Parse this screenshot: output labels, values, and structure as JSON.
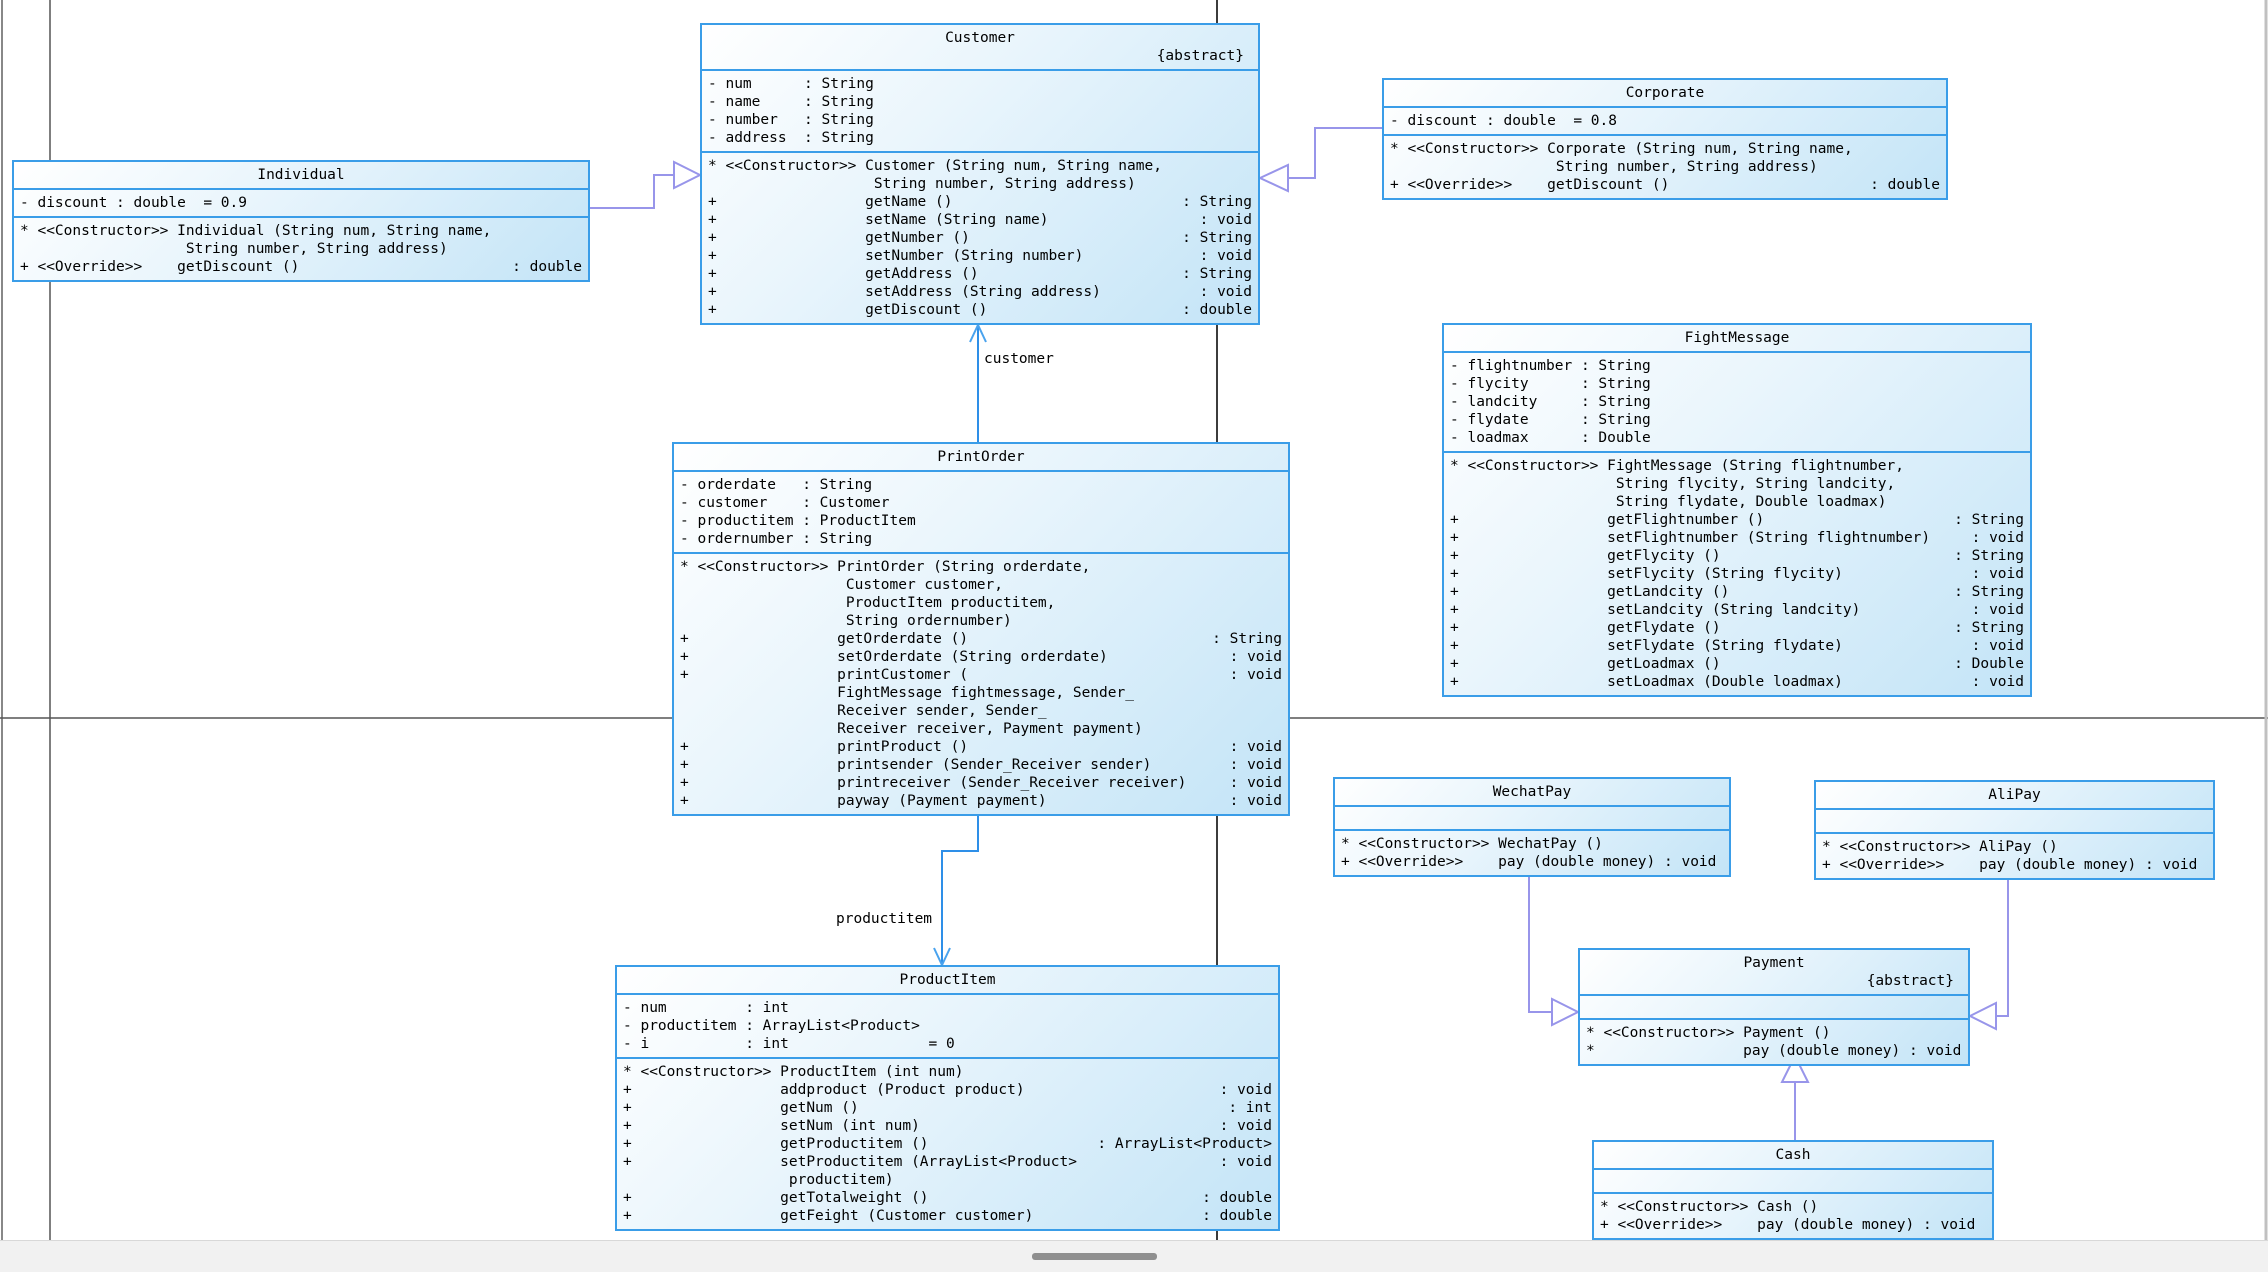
{
  "diagram": {
    "classes": [
      {
        "id": "individual",
        "title": "Individual",
        "abstract": false,
        "attributes": [
          "- discount : double  = 0.9"
        ],
        "methods": [
          {
            "l": "* <<Constructor>> Individual (String num, String name,",
            "r": ""
          },
          {
            "l": "                   String number, String address)",
            "r": ""
          },
          {
            "l": "+ <<Override>>    getDiscount ()",
            "r": ": double"
          }
        ]
      },
      {
        "id": "customer",
        "title": "Customer",
        "abstract": true,
        "abstract_label": "{abstract}",
        "attributes": [
          "- num      : String",
          "- name     : String",
          "- number   : String",
          "- address  : String"
        ],
        "methods": [
          {
            "l": "* <<Constructor>> Customer (String num, String name,",
            "r": ""
          },
          {
            "l": "                   String number, String address)",
            "r": ""
          },
          {
            "l": "+                 getName ()",
            "r": ": String"
          },
          {
            "l": "+                 setName (String name)",
            "r": ": void"
          },
          {
            "l": "+                 getNumber ()",
            "r": ": String"
          },
          {
            "l": "+                 setNumber (String number)",
            "r": ": void"
          },
          {
            "l": "+                 getAddress ()",
            "r": ": String"
          },
          {
            "l": "+                 setAddress (String address)",
            "r": ": void"
          },
          {
            "l": "+                 getDiscount ()",
            "r": ": double"
          }
        ]
      },
      {
        "id": "corporate",
        "title": "Corporate",
        "abstract": false,
        "attributes": [
          "- discount : double  = 0.8"
        ],
        "methods": [
          {
            "l": "* <<Constructor>> Corporate (String num, String name,",
            "r": ""
          },
          {
            "l": "                   String number, String address)",
            "r": ""
          },
          {
            "l": "+ <<Override>>    getDiscount ()",
            "r": ": double"
          }
        ]
      },
      {
        "id": "fightmessage",
        "title": "FightMessage",
        "abstract": false,
        "attributes": [
          "- flightnumber : String",
          "- flycity      : String",
          "- landcity     : String",
          "- flydate      : String",
          "- loadmax      : Double"
        ],
        "methods": [
          {
            "l": "* <<Constructor>> FightMessage (String flightnumber,",
            "r": ""
          },
          {
            "l": "                   String flycity, String landcity,",
            "r": ""
          },
          {
            "l": "                   String flydate, Double loadmax)",
            "r": ""
          },
          {
            "l": "+                 getFlightnumber ()",
            "r": ": String"
          },
          {
            "l": "+                 setFlightnumber (String flightnumber)",
            "r": ": void"
          },
          {
            "l": "+                 getFlycity ()",
            "r": ": String"
          },
          {
            "l": "+                 setFlycity (String flycity)",
            "r": ": void"
          },
          {
            "l": "+                 getLandcity ()",
            "r": ": String"
          },
          {
            "l": "+                 setLandcity (String landcity)",
            "r": ": void"
          },
          {
            "l": "+                 getFlydate ()",
            "r": ": String"
          },
          {
            "l": "+                 setFlydate (String flydate)",
            "r": ": void"
          },
          {
            "l": "+                 getLoadmax ()",
            "r": ": Double"
          },
          {
            "l": "+                 setLoadmax (Double loadmax)",
            "r": ": void"
          }
        ]
      },
      {
        "id": "printorder",
        "title": "PrintOrder",
        "abstract": false,
        "attributes": [
          "- orderdate   : String",
          "- customer    : Customer",
          "- productitem : ProductItem",
          "- ordernumber : String"
        ],
        "methods": [
          {
            "l": "* <<Constructor>> PrintOrder (String orderdate,",
            "r": ""
          },
          {
            "l": "                   Customer customer,",
            "r": ""
          },
          {
            "l": "                   ProductItem productitem,",
            "r": ""
          },
          {
            "l": "                   String ordernumber)",
            "r": ""
          },
          {
            "l": "+                 getOrderdate ()",
            "r": ": String"
          },
          {
            "l": "+                 setOrderdate (String orderdate)",
            "r": ": void"
          },
          {
            "l": "+                 printCustomer (",
            "r": ": void"
          },
          {
            "l": "                  FightMessage fightmessage, Sender_",
            "r": ""
          },
          {
            "l": "                  Receiver sender, Sender_",
            "r": ""
          },
          {
            "l": "                  Receiver receiver, Payment payment)",
            "r": ""
          },
          {
            "l": "+                 printProduct ()",
            "r": ": void"
          },
          {
            "l": "+                 printsender (Sender_Receiver sender)",
            "r": ": void"
          },
          {
            "l": "+                 printreceiver (Sender_Receiver receiver)",
            "r": ": void"
          },
          {
            "l": "+                 payway (Payment payment)",
            "r": ": void"
          }
        ]
      },
      {
        "id": "productitem",
        "title": "ProductItem",
        "abstract": false,
        "attributes": [
          "- num         : int",
          "- productitem : ArrayList<Product>",
          "- i           : int                = 0"
        ],
        "methods": [
          {
            "l": "* <<Constructor>> ProductItem (int num)",
            "r": ""
          },
          {
            "l": "+                 addproduct (Product product)",
            "r": ": void"
          },
          {
            "l": "+                 getNum ()",
            "r": ": int"
          },
          {
            "l": "+                 setNum (int num)",
            "r": ": void"
          },
          {
            "l": "+                 getProductitem ()",
            "r": ": ArrayList<Product>"
          },
          {
            "l": "+                 setProductitem (ArrayList<Product>",
            "r": ": void"
          },
          {
            "l": "                   productitem)",
            "r": ""
          },
          {
            "l": "+                 getTotalweight ()",
            "r": ": double"
          },
          {
            "l": "+                 getFeight (Customer customer)",
            "r": ": double"
          }
        ]
      },
      {
        "id": "wechatpay",
        "title": "WechatPay",
        "abstract": false,
        "attributes": [],
        "methods": [
          {
            "l": "* <<Constructor>> WechatPay ()",
            "r": ""
          },
          {
            "l": "+ <<Override>>    pay (double money) : void",
            "r": ""
          }
        ]
      },
      {
        "id": "alipay",
        "title": "AliPay",
        "abstract": false,
        "attributes": [],
        "methods": [
          {
            "l": "* <<Constructor>> AliPay ()",
            "r": ""
          },
          {
            "l": "+ <<Override>>    pay (double money) : void",
            "r": ""
          }
        ]
      },
      {
        "id": "payment",
        "title": "Payment",
        "abstract": true,
        "abstract_label": "{abstract}",
        "attributes": [],
        "methods": [
          {
            "l": "* <<Constructor>> Payment ()",
            "r": ""
          },
          {
            "l": "*                 pay (double money) : void",
            "r": ""
          }
        ]
      },
      {
        "id": "cash",
        "title": "Cash",
        "abstract": false,
        "attributes": [],
        "methods": [
          {
            "l": "* <<Constructor>> Cash ()",
            "r": ""
          },
          {
            "l": "+ <<Override>>    pay (double money) : void",
            "r": ""
          }
        ]
      }
    ],
    "edge_labels": [
      {
        "text": "customer"
      },
      {
        "text": "productitem"
      }
    ],
    "relations": [
      {
        "from": "Individual",
        "to": "Customer",
        "type": "generalization"
      },
      {
        "from": "Corporate",
        "to": "Customer",
        "type": "generalization"
      },
      {
        "from": "PrintOrder",
        "to": "Customer",
        "type": "association",
        "label": "customer"
      },
      {
        "from": "PrintOrder",
        "to": "ProductItem",
        "type": "association",
        "label": "productitem"
      },
      {
        "from": "WechatPay",
        "to": "Payment",
        "type": "generalization"
      },
      {
        "from": "AliPay",
        "to": "Payment",
        "type": "generalization"
      },
      {
        "from": "Cash",
        "to": "Payment",
        "type": "generalization"
      }
    ],
    "colors": {
      "box_border": "#3a9de8",
      "box_fill": "#c3e4f7",
      "generalization_line": "#9895ea",
      "association_line": "#2e8fe8",
      "page_grid_line": "#555555"
    }
  }
}
